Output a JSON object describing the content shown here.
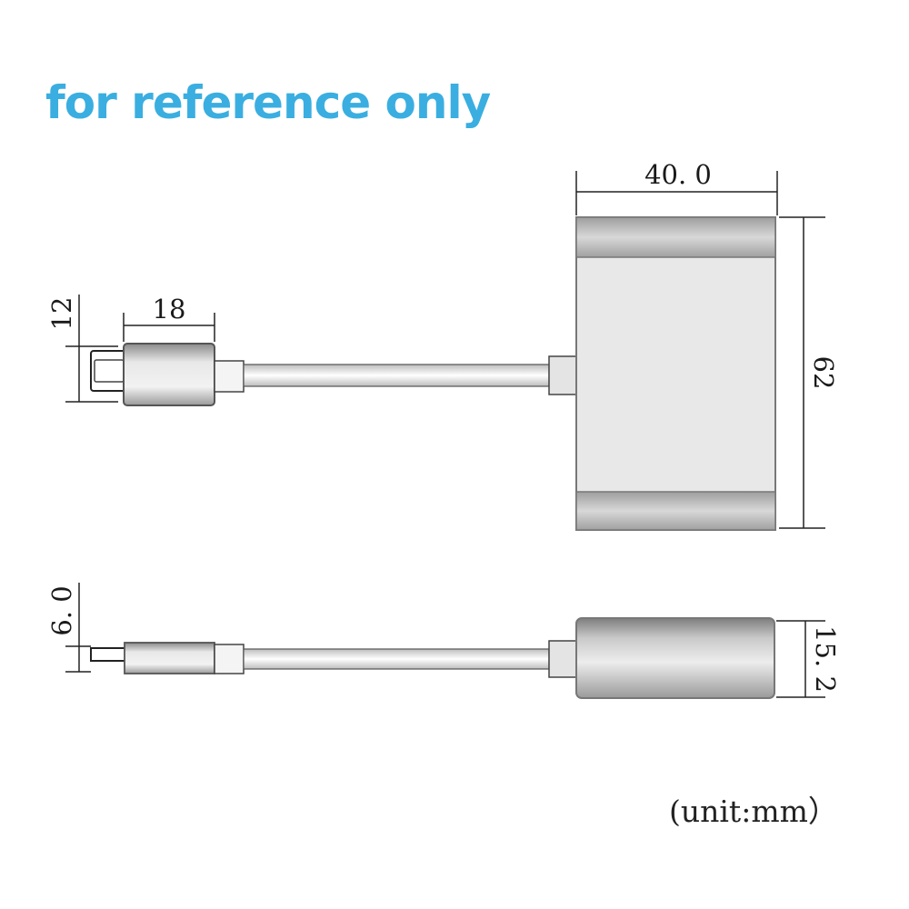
{
  "header": {
    "note": "for reference only"
  },
  "dimensions": {
    "hub_width": "40. 0",
    "hub_height": "62",
    "plug_height": "12",
    "plug_length": "18",
    "plug_thickness": "6. 0",
    "hub_thickness": "15. 2"
  },
  "footer": {
    "unit_note": "(unit:mm）"
  },
  "colors": {
    "title": "#3aaee0",
    "metal_dark": "#8f8f8f",
    "metal_light": "#e6e6e6",
    "line": "#222222"
  }
}
